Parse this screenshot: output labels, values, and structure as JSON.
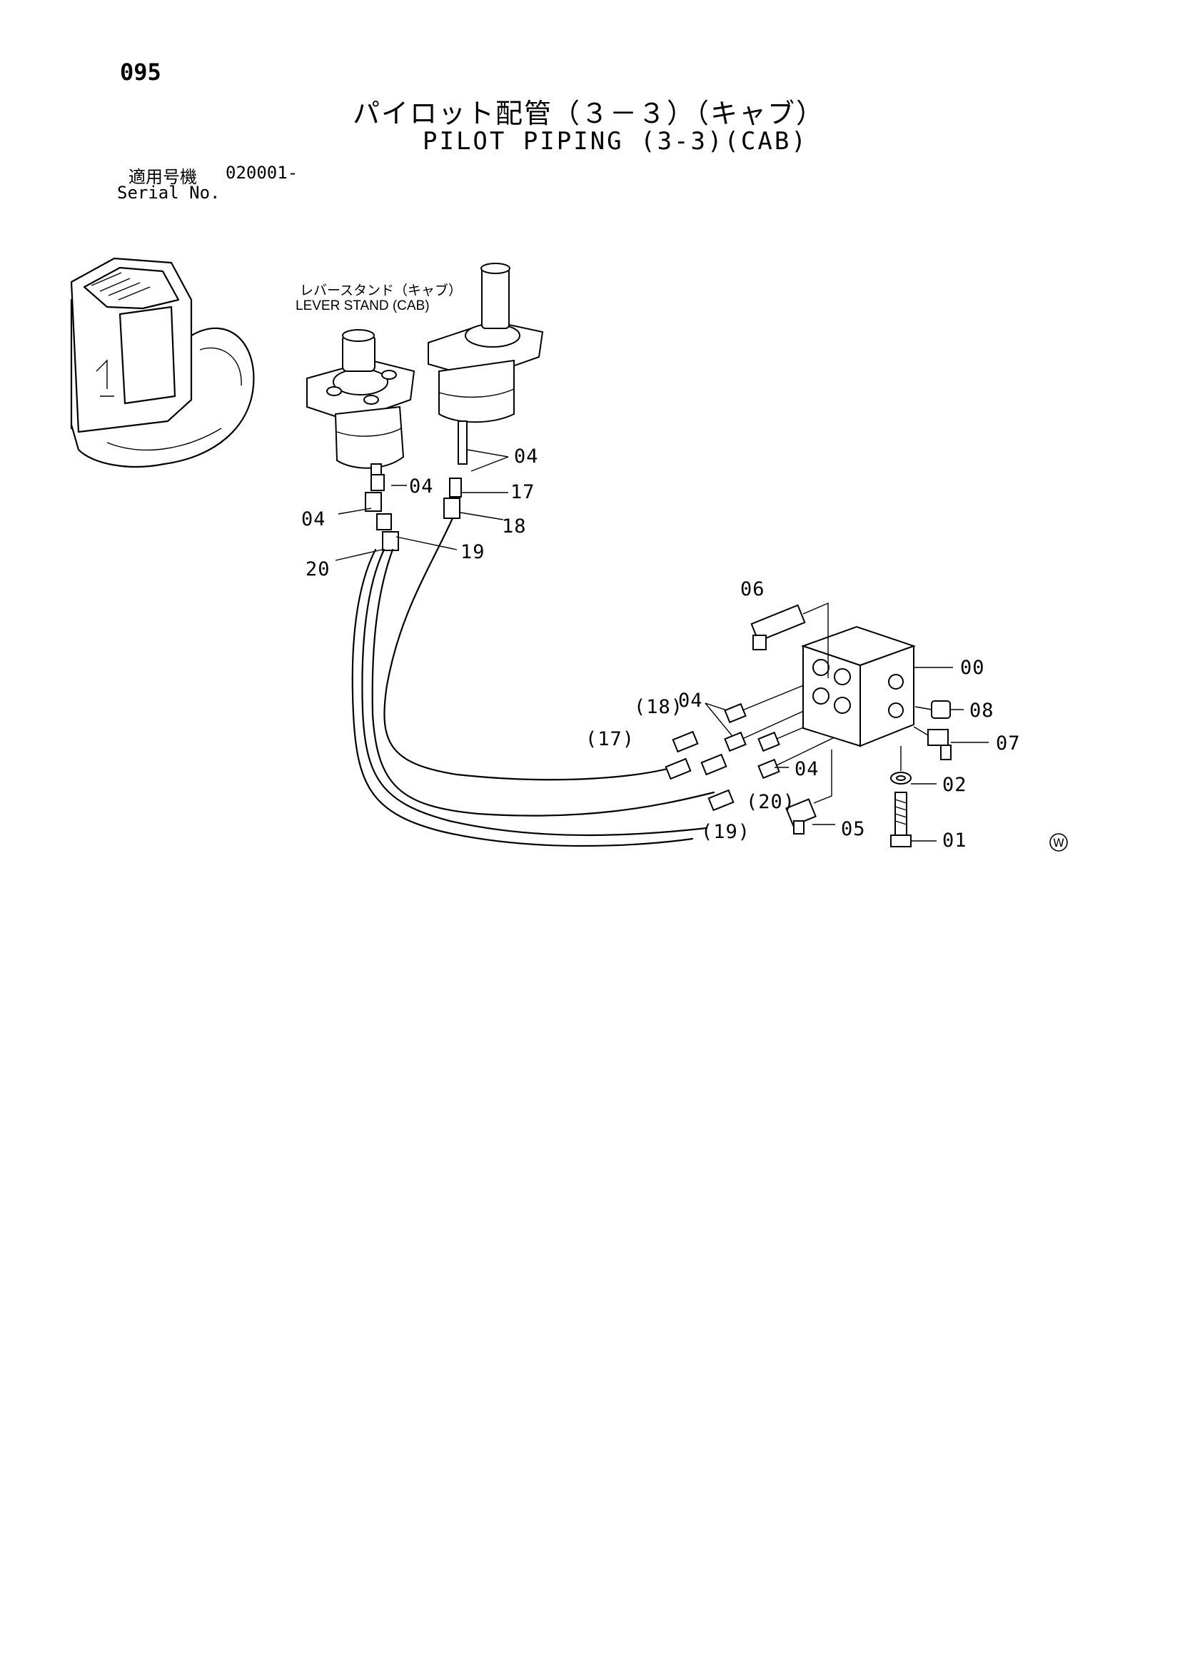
{
  "page": {
    "number": "095"
  },
  "title": {
    "jp": "パイロット配管（３－３）（キャブ）",
    "en": "PILOT PIPING (3-3)(CAB)"
  },
  "serial": {
    "label_jp": "適用号機",
    "value": "020001-",
    "label_en": "Serial No."
  },
  "assembly": {
    "lever_stand_jp": "レバースタンド（キャブ）",
    "lever_stand_en": "LEVER STAND (CAB)"
  },
  "callouts": {
    "c00": "00",
    "c01": "01",
    "c02": "02",
    "c04_top": "04",
    "c04_lever": "04",
    "c04_left": "04",
    "c04_block_a": "04",
    "c04_block_b": "04",
    "c05": "05",
    "c06": "06",
    "c07": "07",
    "c08": "08",
    "c17": "17",
    "c18": "18",
    "c19": "19",
    "c20": "20",
    "c17_ref": "(17)",
    "c18_ref": "(18)",
    "c19_ref": "(19)",
    "c20_ref": "(20)"
  },
  "mark": "W"
}
